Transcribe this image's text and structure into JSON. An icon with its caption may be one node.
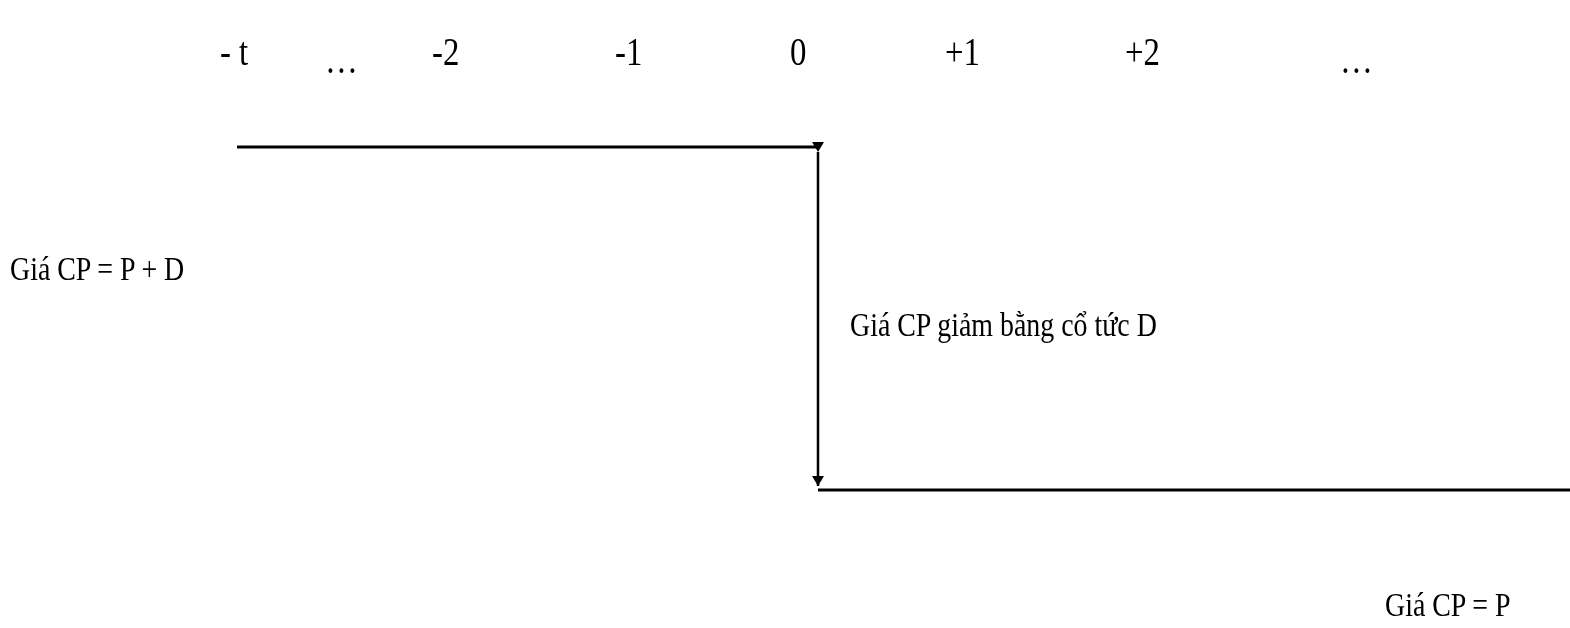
{
  "diagram": {
    "labels": [
      "- t",
      "…",
      "-2",
      "-1",
      "0",
      "+1",
      "+2",
      "…",
      "Giá CP = P + D",
      "Giá CP giảm bằng cổ tức D",
      "Giá CP = P"
    ]
  }
}
